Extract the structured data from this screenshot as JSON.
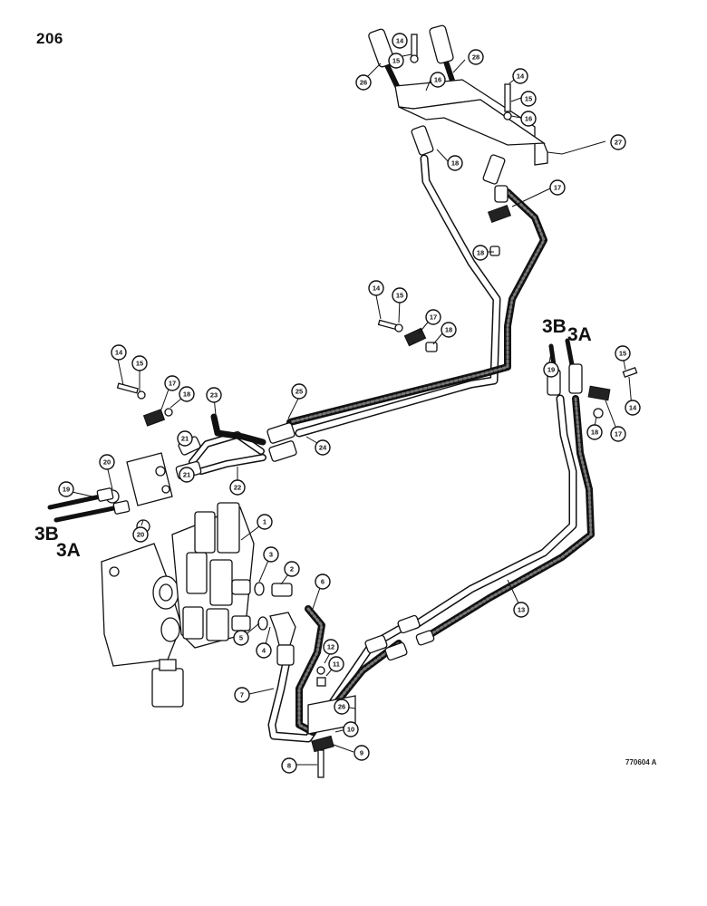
{
  "page": {
    "number": "206",
    "drawing_code": "770604 A"
  },
  "line_labels": [
    "3B",
    "3A",
    "3B",
    "3A"
  ],
  "callouts": [
    "1",
    "2",
    "3",
    "4",
    "5",
    "6",
    "7",
    "8",
    "9",
    "10",
    "11",
    "12",
    "13",
    "14",
    "15",
    "16",
    "17",
    "18",
    "19",
    "20",
    "21",
    "22",
    "23",
    "24",
    "25",
    "26",
    "27",
    "28"
  ]
}
